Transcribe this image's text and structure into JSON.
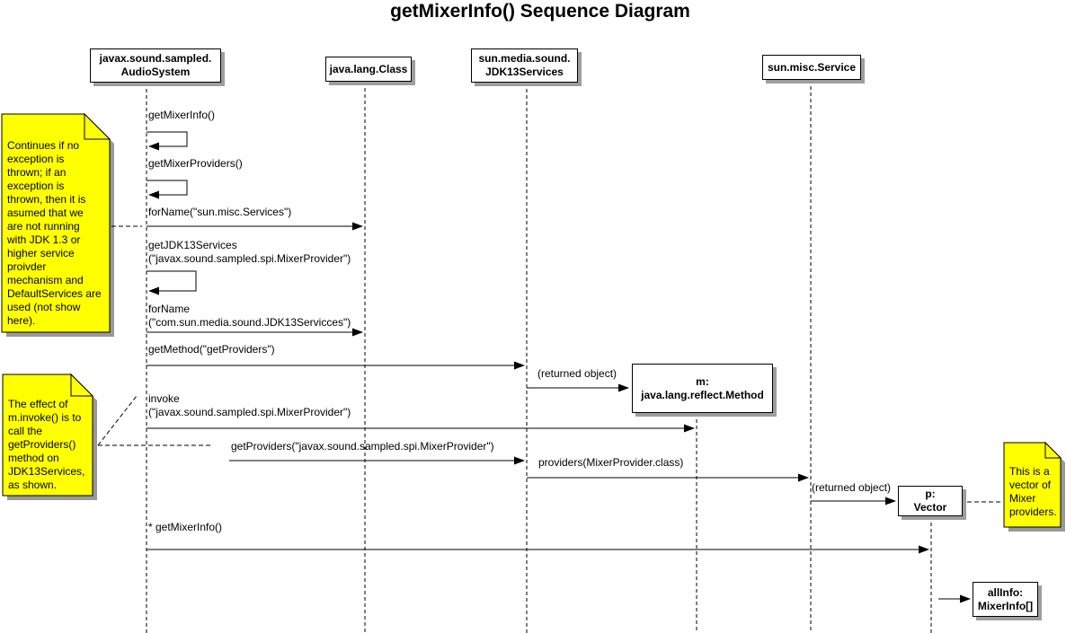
{
  "title": "getMixerInfo() Sequence Diagram",
  "colors": {
    "note_fill": "#ffff00",
    "shadow": "#999999",
    "line": "#000000",
    "background": "#ffffff"
  },
  "lifelines": [
    {
      "id": "audiosystem",
      "label": "javax.sound.sampled.\nAudioSystem"
    },
    {
      "id": "class",
      "label": "java.lang.Class"
    },
    {
      "id": "jdk13services",
      "label": "sun.media.sound.\nJDK13Services"
    },
    {
      "id": "service",
      "label": "sun.misc.Service"
    }
  ],
  "objects": [
    {
      "id": "m",
      "label": "m:\njava.lang.reflect.Method"
    },
    {
      "id": "p",
      "label": "p:\nVector"
    },
    {
      "id": "allinfo",
      "label": "allInfo:\nMixerInfo[]"
    }
  ],
  "messages": [
    {
      "label": "getMixerInfo()",
      "type": "self",
      "on": "AudioSystem"
    },
    {
      "label": "getMixerProviders()",
      "type": "self",
      "on": "AudioSystem"
    },
    {
      "label": "forName(\"sun.misc.Services\")",
      "type": "call",
      "from": "AudioSystem",
      "to": "java.lang.Class"
    },
    {
      "label": "getJDK13Services\n(\"javax.sound.sampled.spi.MixerProvider\")",
      "type": "self",
      "on": "AudioSystem"
    },
    {
      "label": "forName\n(\"com.sun.media.sound.JDK13Servicces\")",
      "type": "call",
      "from": "AudioSystem",
      "to": "java.lang.Class"
    },
    {
      "label": "getMethod(\"getProviders\")",
      "type": "call",
      "from": "AudioSystem",
      "to": "JDK13Services"
    },
    {
      "label": "(returned object)",
      "type": "return",
      "from": "JDK13Services",
      "to": "m"
    },
    {
      "label": "invoke\n(\"javax.sound.sampled.spi.MixerProvider\")",
      "type": "call",
      "from": "AudioSystem",
      "to": "m"
    },
    {
      "label": "getProviders(\"javax.sound.sampled.spi.MixerProvider\")",
      "type": "call",
      "to": "JDK13Services"
    },
    {
      "label": "providers(MixerProvider.class)",
      "type": "call",
      "from": "JDK13Services",
      "to": "sun.misc.Service"
    },
    {
      "label": "(returned object)",
      "type": "return",
      "from": "sun.misc.Service",
      "to": "p"
    },
    {
      "label": "* getMixerInfo()",
      "type": "call",
      "from": "AudioSystem",
      "to": "p"
    },
    {
      "label": "",
      "type": "return",
      "from": "p",
      "to": "allInfo"
    }
  ],
  "notes": [
    {
      "text": "Continues if no\nexception is\nthrown; if an\nexception is\nthrown, then it is\nasumed that we\nare not running\nwith JDK 1.3 or\nhigher service\nproivder\nmechanism and\nDefaultServices are\nused (not show\nhere)."
    },
    {
      "text": "The effect of\nm.invoke() is to\ncall the\ngetProviders()\nmethod on\nJDK13Services,\nas shown."
    },
    {
      "text": "This is a\nvector of\nMixer\nproviders."
    }
  ]
}
